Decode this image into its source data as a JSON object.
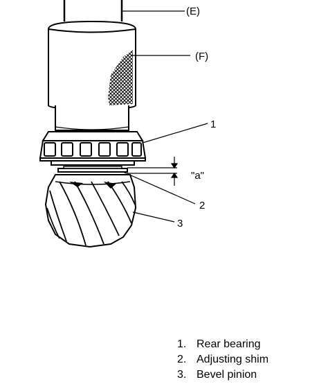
{
  "callouts": {
    "e": "(E)",
    "f": "(F)",
    "one": "1",
    "two": "2",
    "three": "3",
    "a": "\"a\""
  },
  "legend": [
    {
      "num": "1.",
      "text": "Rear bearing"
    },
    {
      "num": "2.",
      "text": "Adjusting shim"
    },
    {
      "num": "3.",
      "text": "Bevel pinion"
    }
  ]
}
